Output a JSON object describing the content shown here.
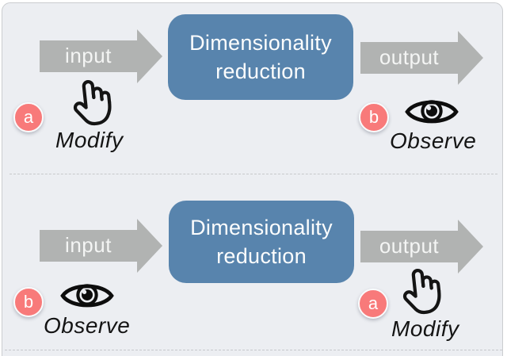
{
  "figure": {
    "background": "#eceef2",
    "border_color": "#cbcdd0",
    "box_color": "#5884ad",
    "arrow_color": "#b1b3b2",
    "badge_color": "#f87a7a",
    "icons": {
      "modify": "hand-pointer-icon",
      "observe": "eye-icon"
    }
  },
  "panels": [
    {
      "input_label": "input",
      "box_line1": "Dimensionality",
      "box_line2": "reduction",
      "output_label": "output",
      "left_badge": "a",
      "left_action": "Modify",
      "right_badge": "b",
      "right_action": "Observe"
    },
    {
      "input_label": "input",
      "box_line1": "Dimensionality",
      "box_line2": "reduction",
      "output_label": "output",
      "left_badge": "b",
      "left_action": "Observe",
      "right_badge": "a",
      "right_action": "Modify"
    }
  ]
}
